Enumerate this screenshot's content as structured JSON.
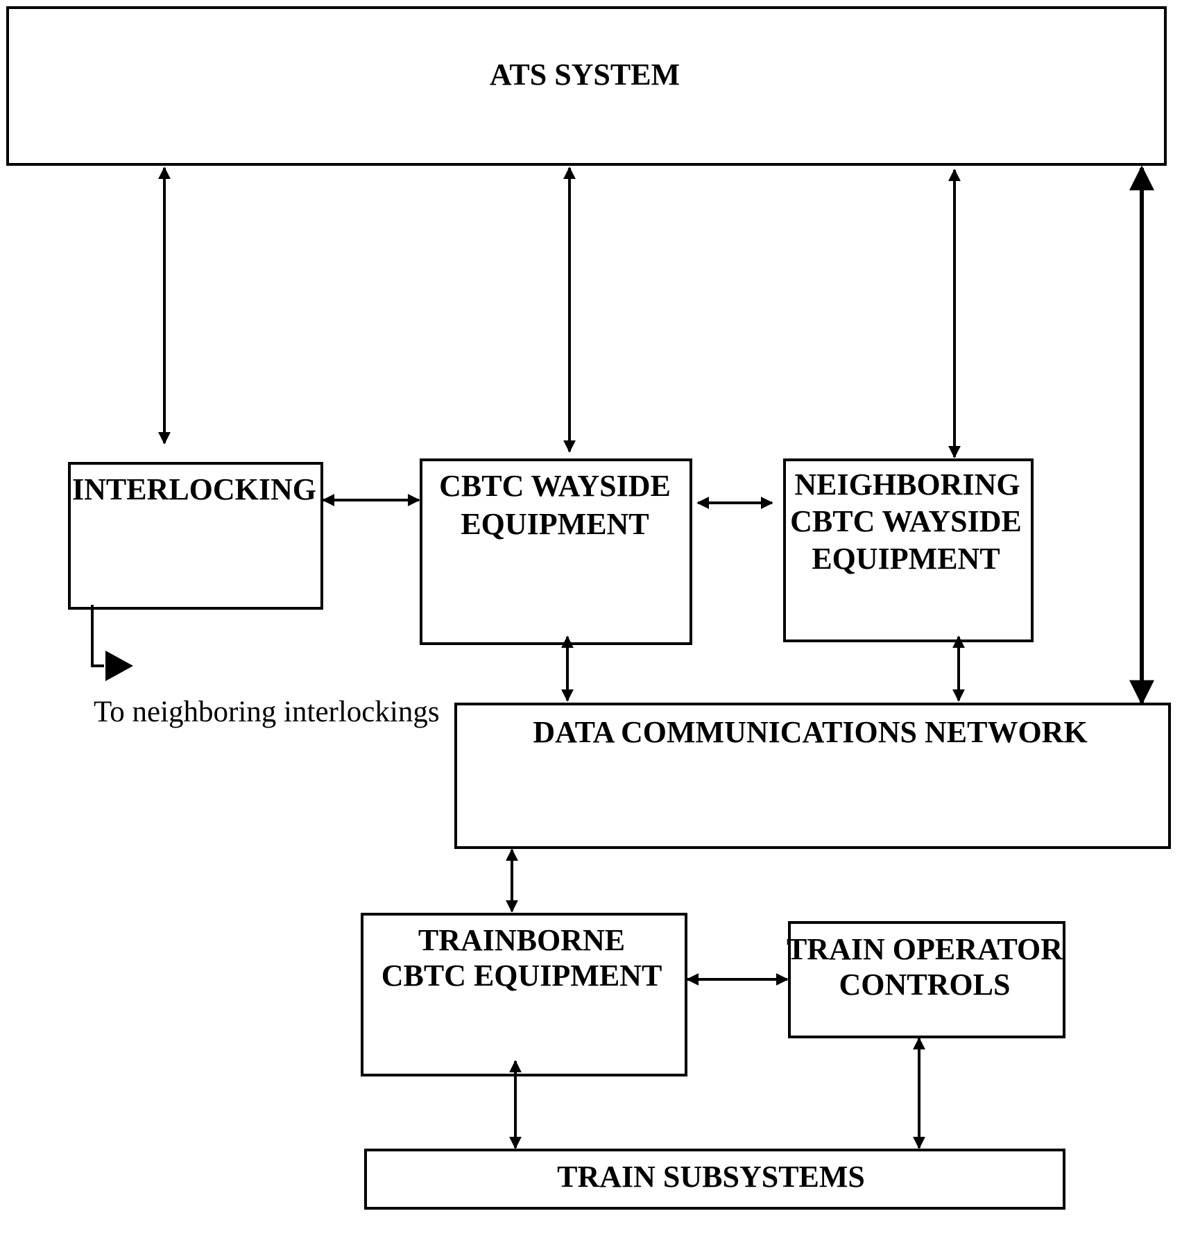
{
  "boxes": {
    "ats_system": {
      "lines": [
        "ATS SYSTEM"
      ]
    },
    "interlocking": {
      "lines": [
        "INTERLOCKING"
      ]
    },
    "cbtc_wayside": {
      "lines": [
        "CBTC WAYSIDE",
        "EQUIPMENT"
      ]
    },
    "neighboring_wayside": {
      "lines": [
        "NEIGHBORING",
        "CBTC WAYSIDE",
        "EQUIPMENT"
      ]
    },
    "data_network": {
      "lines": [
        "DATA COMMUNICATIONS NETWORK"
      ]
    },
    "trainborne": {
      "lines": [
        "TRAINBORNE",
        "CBTC EQUIPMENT"
      ]
    },
    "operator_controls": {
      "lines": [
        "TRAIN OPERATOR",
        "CONTROLS"
      ]
    },
    "train_subsystems": {
      "lines": [
        "TRAIN SUBSYSTEMS"
      ]
    }
  },
  "annotations": {
    "neighbor_interlockings": "To neighboring interlockings"
  },
  "colors": {
    "line": "#000000",
    "background": "#ffffff"
  }
}
